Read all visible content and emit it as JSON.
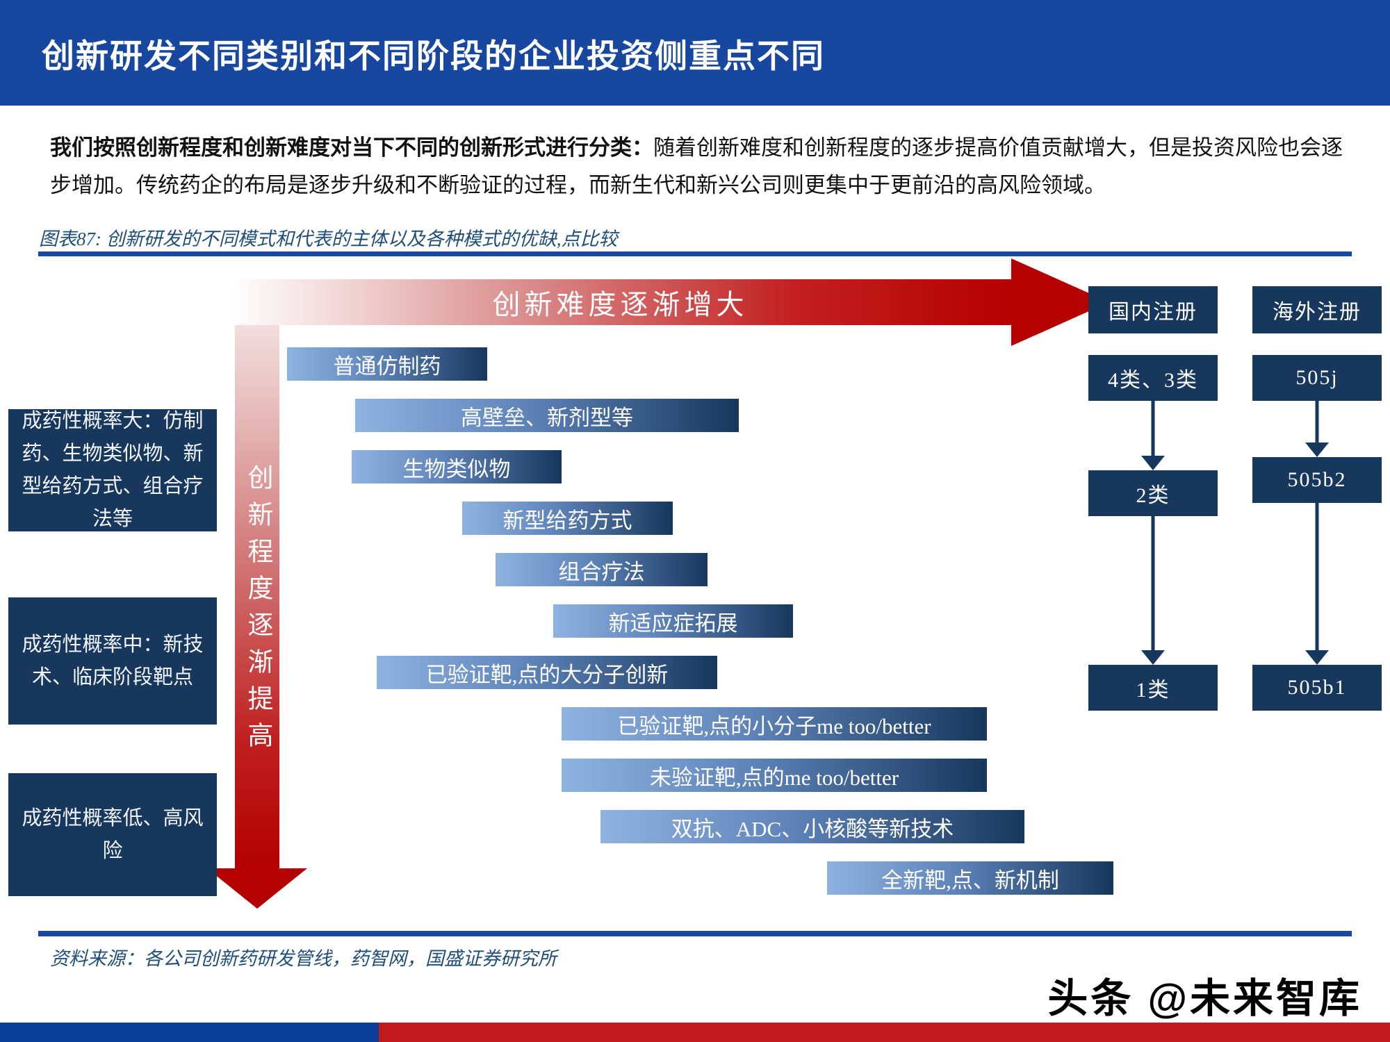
{
  "header": {
    "title": "创新研发不同类别和不同阶段的企业投资侧重点不同"
  },
  "intro": {
    "lead": "我们按照创新程度和创新难度对当下不同的创新形式进行分类：",
    "body": "随着创新难度和创新程度的逐步提高价值贡献增大，但是投资风险也会逐步增加。传统药企的布局是逐步升级和不断验证的过程，而新生代和新兴公司则更集中于更前沿的高风险领域。"
  },
  "figure": {
    "caption": "图表87:  创新研发的不同模式和代表的主体以及各种模式的优缺,点比较",
    "source": "资料来源：各公司创新药研发管线，药智网，国盛证券研究所"
  },
  "diagram": {
    "h_arrow_label": "创新难度逐渐增大",
    "v_arrow_label": "创新程度逐渐提高",
    "cascade_labels": [
      "普通仿制药",
      "高壁垒、新剂型等",
      "生物类似物",
      "新型给药方式",
      "组合疗法",
      "新适应症拓展",
      "已验证靶,点的大分子创新",
      "已验证靶,点的小分子me too/better",
      "未验证靶,点的me too/better",
      "双抗、ADC、小核酸等新技术",
      "全新靶,点、新机制"
    ],
    "risk_boxes": [
      "成药性概率大：仿制药、生物类似物、新型给药方式、组合疗法等",
      "成药性概率中：新技术、临床阶段靶点",
      "成药性概率低、高风险"
    ],
    "registration": {
      "domestic": {
        "header": "国内注册",
        "items": [
          "4类、3类",
          "2类",
          "1类"
        ]
      },
      "overseas": {
        "header": "海外注册",
        "items": [
          "505j",
          "505b2",
          "505b1"
        ]
      }
    }
  },
  "watermark": {
    "text": "头条 @未来智库"
  },
  "colors": {
    "header_blue": "#17479E",
    "navy_box": "#17375D",
    "cascade_light": "#8FB3E1",
    "cascade_dark": "#17375D",
    "arrow_red": "#B50000",
    "caption_blue": "#1F4E79",
    "footer_blue": "#0A3F97",
    "footer_red": "#C11A1F"
  }
}
